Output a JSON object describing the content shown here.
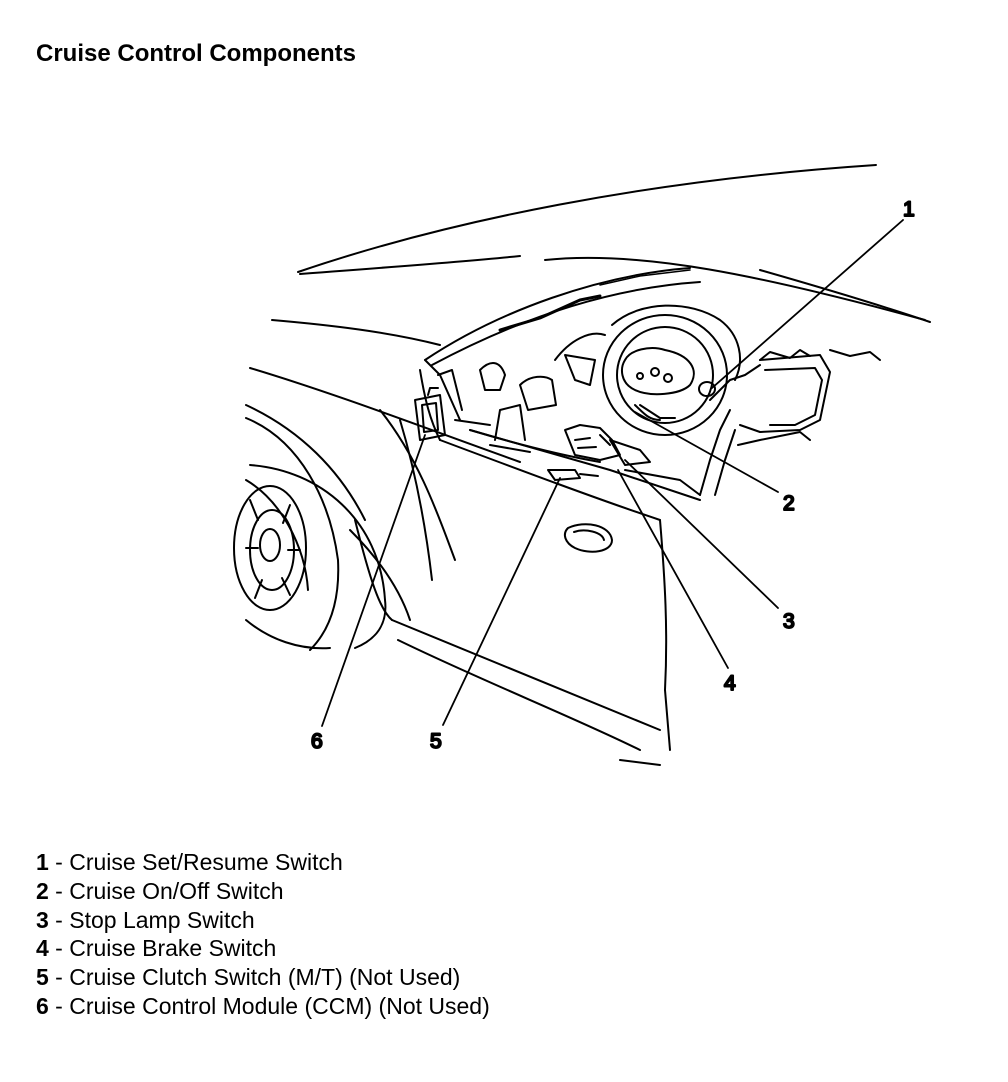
{
  "title": "Cruise Control Components",
  "callouts": [
    "1",
    "2",
    "3",
    "4",
    "5",
    "6"
  ],
  "legend": [
    {
      "num": "1",
      "sep": " - ",
      "text": "Cruise Set/Resume Switch"
    },
    {
      "num": "2",
      "sep": " - ",
      "text": "Cruise On/Off Switch"
    },
    {
      "num": "3",
      "sep": " - ",
      "text": "Stop Lamp Switch"
    },
    {
      "num": "4",
      "sep": " - ",
      "text": "Cruise Brake Switch"
    },
    {
      "num": "5",
      "sep": " - ",
      "text": "Cruise Clutch Switch (M/T) (Not Used)"
    },
    {
      "num": "6",
      "sep": " - ",
      "text": "Cruise Control Module (CCM) (Not Used)"
    }
  ],
  "colors": {
    "ink": "#000000",
    "background": "#ffffff"
  }
}
